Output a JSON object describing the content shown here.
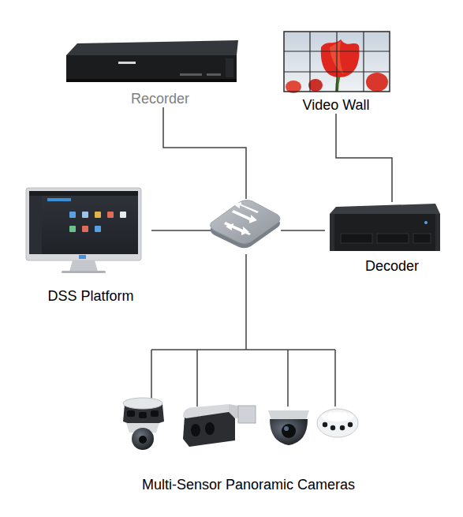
{
  "diagram": {
    "nodes": [
      {
        "text": [
          "Recorder"
        ]
      },
      {
        "text": [
          "Video Wall"
        ]
      },
      {
        "text": [
          "DSS Platform"
        ]
      },
      {
        "text": [
          "Decoder"
        ]
      },
      {
        "text": [
          "Multi-Sensor Panoramic Cameras"
        ]
      }
    ],
    "edges": [
      {
        "from": 1,
        "to": 3,
        "arrow": "none"
      }
    ]
  }
}
